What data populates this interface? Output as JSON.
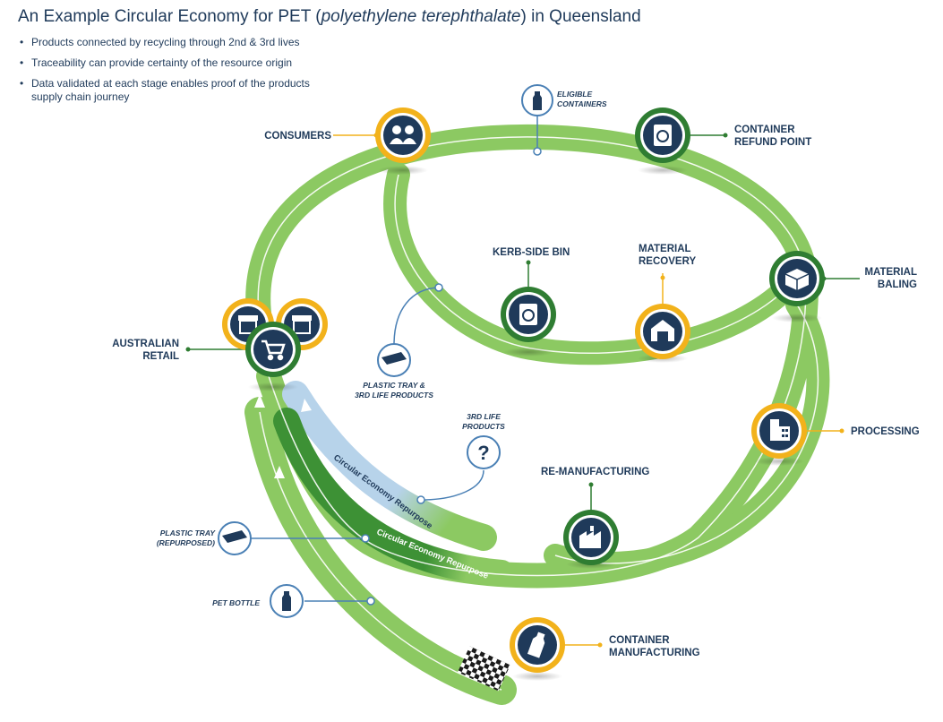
{
  "title": {
    "prefix": "An Example Circular Economy for PET (",
    "italic": "polyethylene terephthalate",
    "suffix": ") in Queensland"
  },
  "bullets": [
    "Products connected by recycling through 2nd & 3rd lives",
    "Traceability can provide certainty of the resource origin",
    "Data validated at each stage enables proof of the products supply chain journey"
  ],
  "labels": {
    "consumers": "CONSUMERS",
    "container_refund_point_1": "CONTAINER",
    "container_refund_point_2": "REFUND POINT",
    "eligible_containers_1": "ELIGIBLE",
    "eligible_containers_2": "CONTAINERS",
    "kerb_side_bin": "KERB-SIDE BIN",
    "material_recovery_1": "MATERIAL",
    "material_recovery_2": "RECOVERY",
    "material_baling_1": "MATERIAL",
    "material_baling_2": "BALING",
    "australian_retail_1": "AUSTRALIAN",
    "australian_retail_2": "RETAIL",
    "plastic_tray_3rd_1": "PLASTIC TRAY &",
    "plastic_tray_3rd_2": "3RD LIFE PRODUCTS",
    "third_life_products_1": "3RD LIFE",
    "third_life_products_2": "PRODUCTS",
    "processing": "PROCESSING",
    "re_manufacturing": "RE-MANUFACTURING",
    "plastic_tray_repurposed_1": "PLASTIC TRAY",
    "plastic_tray_repurposed_2": "(REPURPOSED)",
    "pet_bottle": "PET BOTTLE",
    "container_manufacturing_1": "CONTAINER",
    "container_manufacturing_2": "MANUFACTURING",
    "band_upper": "Circular Economy Repurpose",
    "band_lower": "Circular Economy Repurpose"
  },
  "colors": {
    "track": "#8cc962",
    "track_dark": "#3d9135",
    "track_blue": "#b7d3ea",
    "navy": "#1f3a5a",
    "gold": "#f2b21b",
    "green_node": "#2f7d32",
    "white": "#ffffff"
  },
  "icons": {
    "consumers": "people-icon",
    "refund_point": "recycle-bin-icon",
    "eligible": "bottle-icon",
    "kerb_bin": "recycle-bin-icon",
    "recovery": "warehouse-icon",
    "baling": "bale-icon",
    "retail": "cart-icon",
    "shops": "shop-icon",
    "processing": "building-icon",
    "re_manufacturing": "factory-icon",
    "tray": "tray-icon",
    "question": "question-icon",
    "manufacturing": "bottle-icon"
  }
}
